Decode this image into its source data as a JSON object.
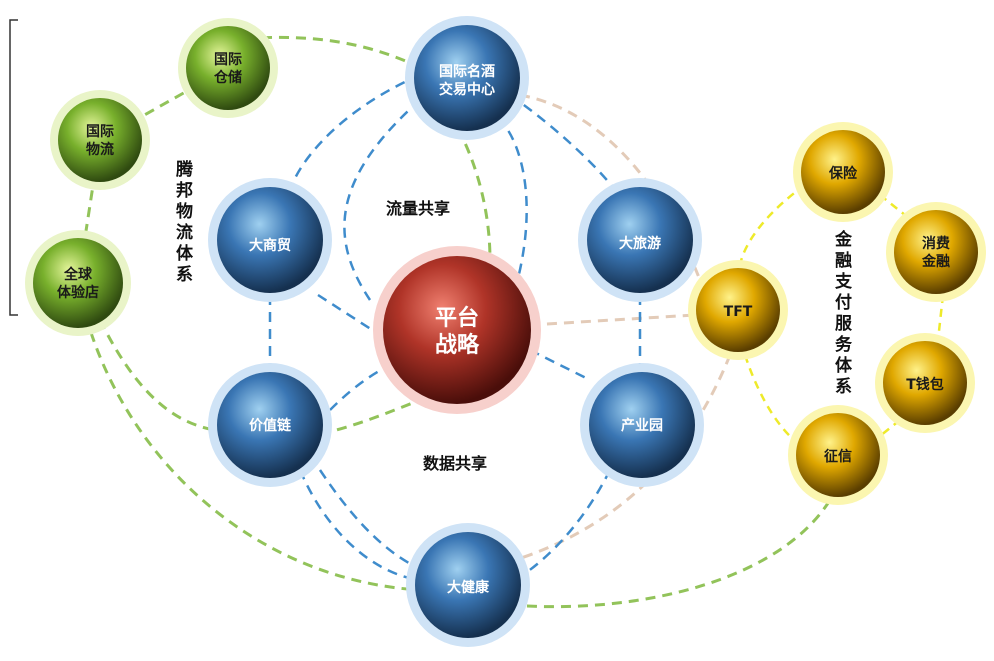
{
  "groups": {
    "logistics": "腾邦物流体系",
    "finance": "金融支付服务体系"
  },
  "edge_labels": {
    "traffic": "流量共享",
    "data": "数据共享"
  },
  "nodes": {
    "warehouse": [
      "国际",
      "仓储"
    ],
    "logistics": [
      "国际",
      "物流"
    ],
    "store": [
      "全球",
      "体验店"
    ],
    "wine": [
      "国际名酒",
      "交易中心"
    ],
    "trade": [
      "大商贸"
    ],
    "travel": [
      "大旅游"
    ],
    "platform": [
      "平台",
      "战略"
    ],
    "value_chain": [
      "价值链"
    ],
    "park": [
      "产业园"
    ],
    "health": [
      "大健康"
    ],
    "tft": [
      "TFT"
    ],
    "insurance": [
      "保险"
    ],
    "consumer_finance": [
      "消费",
      "金融"
    ],
    "wallet": [
      "T钱包"
    ],
    "credit": [
      "征信"
    ]
  },
  "colors": {
    "green": "#8cc63f",
    "blue": "#3d7fc1",
    "red": "#c0392b",
    "yellow": "#f2c200",
    "green_line": "#92c35a",
    "blue_line": "#3f8ccc",
    "tan_line": "#e3cbb8",
    "yellow_line": "#eeea2a"
  }
}
